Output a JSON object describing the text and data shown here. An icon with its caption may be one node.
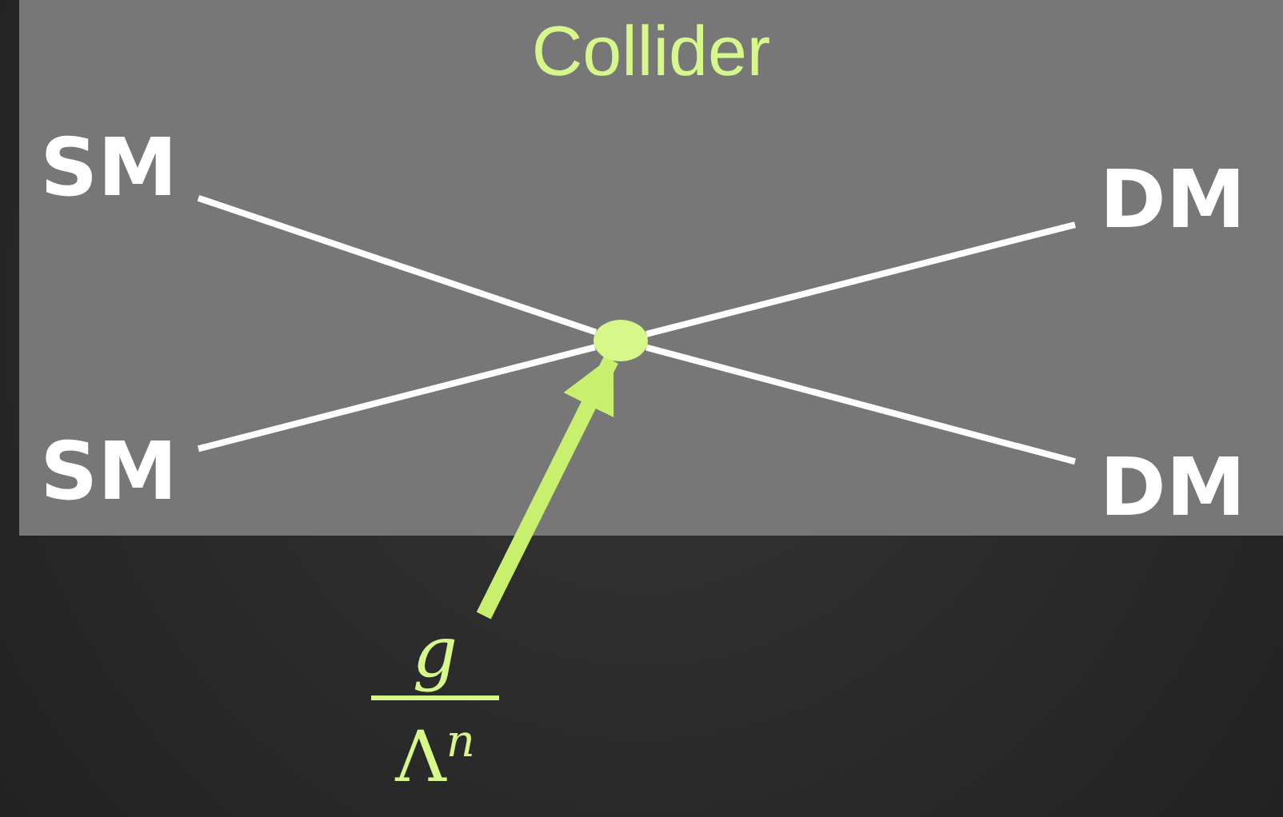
{
  "diagram": {
    "nodes": [
      {
        "text": [
          "Collider"
        ]
      },
      {
        "text": [
          "SM"
        ],
        "in": 0
      },
      {
        "text": [
          "DM"
        ],
        "in": 0
      },
      {
        "text": [],
        "shape": "circle",
        "in": 0
      },
      {
        "text": [
          "SM"
        ],
        "in": 0
      },
      {
        "text": [
          "DM"
        ],
        "in": 0
      },
      {
        "text": [
          "g",
          "Λ$^{n}$"
        ]
      }
    ],
    "edges": [
      {
        "from": 1,
        "to": 3,
        "arrow": "none"
      },
      {
        "from": 4,
        "to": 3,
        "arrow": "none"
      },
      {
        "from": 3,
        "to": 2,
        "arrow": "none"
      },
      {
        "from": 3,
        "to": 5,
        "arrow": "none"
      },
      {
        "from": 6,
        "to": 3,
        "arrow": "to",
        "style": "thick",
        "color": "#c8f06e"
      }
    ]
  }
}
